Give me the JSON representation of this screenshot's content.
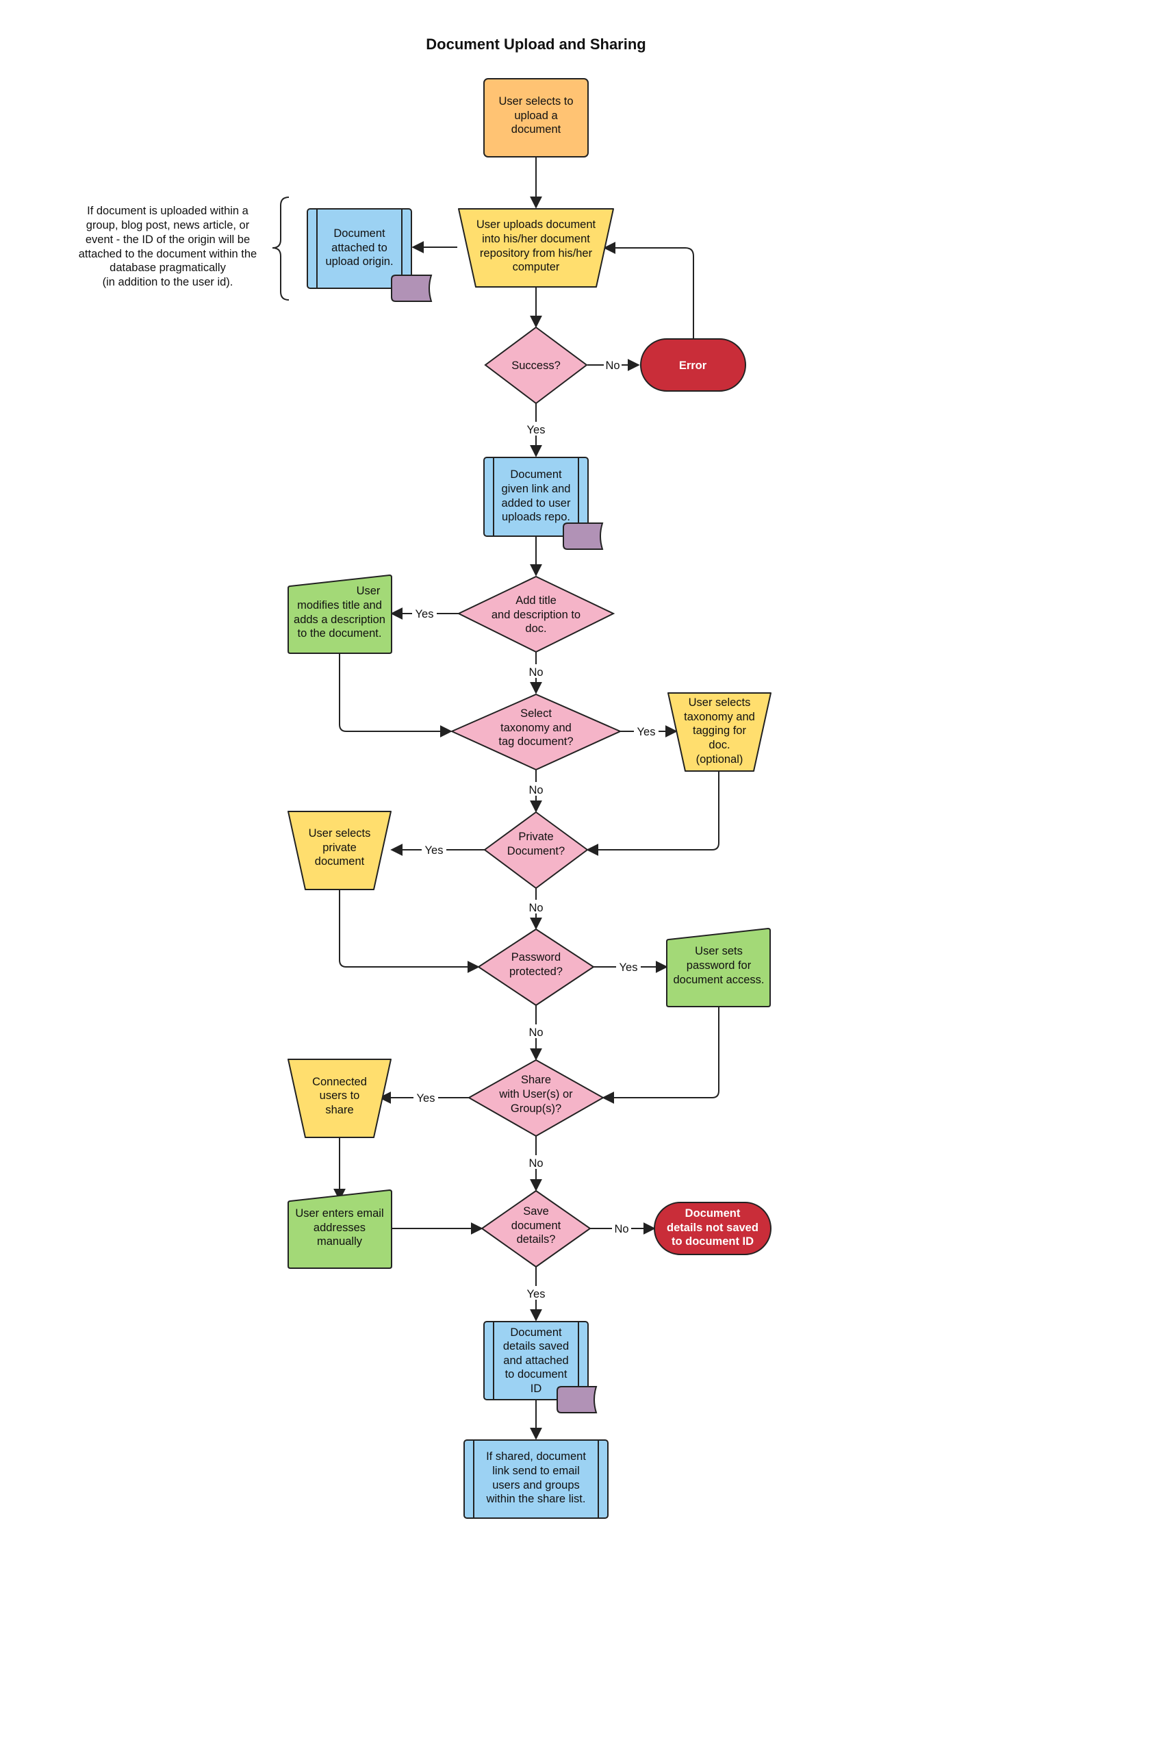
{
  "title": "Document Upload and Sharing",
  "colors": {
    "orange": "#FFC373",
    "yellow": "#FFDE6E",
    "pink": "#F5B4C8",
    "blue": "#9CD2F3",
    "green": "#A3D977",
    "red": "#C92D39",
    "purple": "#B192B6"
  },
  "note": [
    "If document is uploaded within a",
    "group, blog post, news article, or",
    "event - the ID of the origin will be",
    "attached to the document within the",
    "database pragmatically",
    "(in addition to the user id)."
  ],
  "nodes": {
    "start": [
      "User selects to",
      "upload a",
      "document"
    ],
    "upload": [
      "User uploads document",
      "into his/her document",
      "repository from his/her",
      "computer"
    ],
    "attached_origin": [
      "Document",
      "attached to",
      "upload origin."
    ],
    "success": [
      "Success?"
    ],
    "error": [
      "Error"
    ],
    "given_link": [
      "Document",
      "given link and",
      "added to user",
      "uploads repo."
    ],
    "add_title": [
      "Add title",
      "and description to",
      "doc."
    ],
    "modifies_title": [
      "User",
      "modifies title and",
      "adds a description",
      "to the document."
    ],
    "select_taxonomy": [
      "Select",
      "taxonomy and",
      "tag document?"
    ],
    "selects_taxonomy": [
      "User selects",
      "taxonomy and",
      "tagging for",
      "doc.",
      "(optional)"
    ],
    "private_doc": [
      "Private",
      "Document?"
    ],
    "selects_private": [
      "User selects",
      "private",
      "document"
    ],
    "password_protected": [
      "Password",
      "protected?"
    ],
    "sets_password": [
      "User sets",
      "password for",
      "document access."
    ],
    "share": [
      "Share",
      "with User(s) or",
      "Group(s)?"
    ],
    "connected_users": [
      "Connected",
      "users to",
      "share"
    ],
    "enters_email": [
      "User enters email",
      "addresses",
      "manually"
    ],
    "save_details": [
      "Save",
      "document",
      "details?"
    ],
    "not_saved": [
      "Document",
      "details not saved",
      "to document ID"
    ],
    "details_saved": [
      "Document",
      "details saved",
      "and attached",
      "to document",
      "ID"
    ],
    "shared_link": [
      "If shared, document",
      "link send to email",
      "users and groups",
      "within the share list."
    ]
  },
  "edges": {
    "no": "No",
    "yes": "Yes"
  }
}
